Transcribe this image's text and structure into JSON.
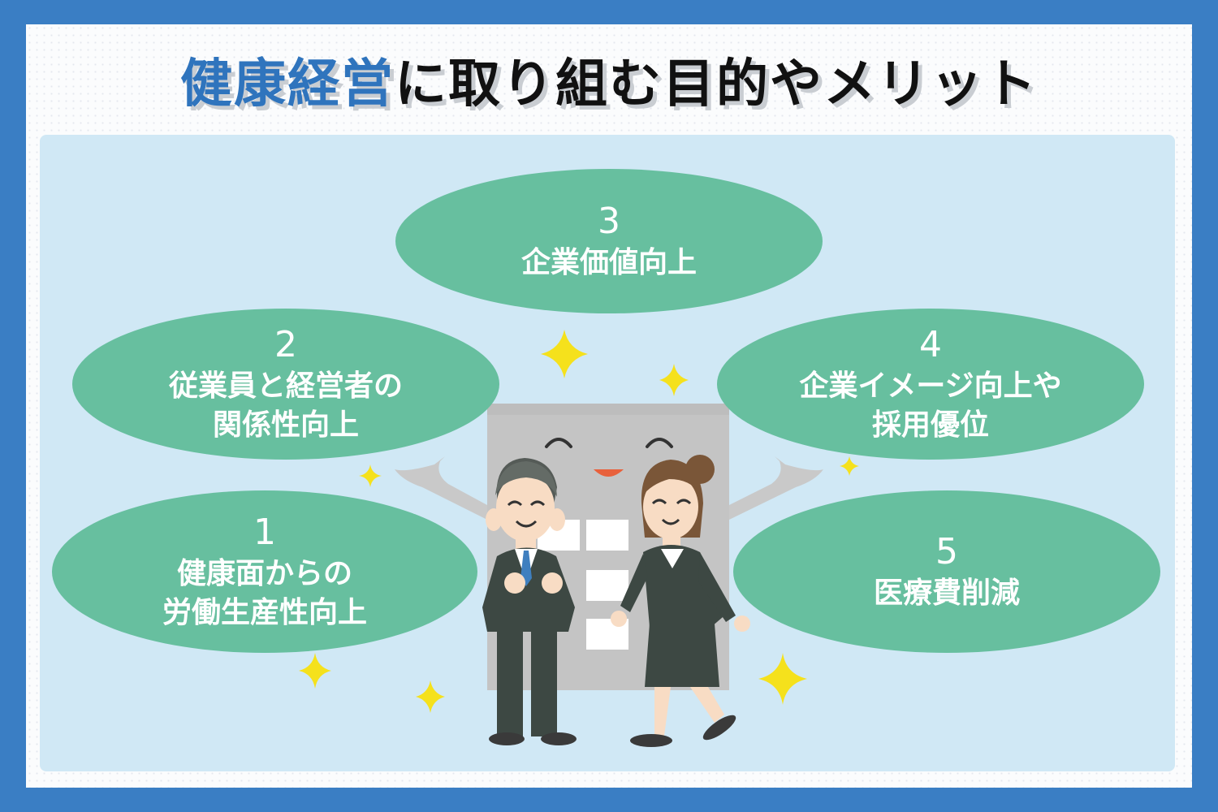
{
  "title": {
    "accent": "健康経営",
    "rest": "に取り組む目的やメリット"
  },
  "items": [
    {
      "num": "1",
      "line1": "健康面からの",
      "line2": "労働生産性向上"
    },
    {
      "num": "2",
      "line1": "従業員と経営者の",
      "line2": "関係性向上"
    },
    {
      "num": "3",
      "line1": "企業価値向上",
      "line2": ""
    },
    {
      "num": "4",
      "line1": "企業イメージ向上や",
      "line2": "採用優位"
    },
    {
      "num": "5",
      "line1": "医療費削減",
      "line2": ""
    }
  ],
  "colors": {
    "outer_border": "#3a7ec4",
    "panel": "#d0e8f5",
    "bubble": "#67bf9f",
    "title_accent": "#2f74bd",
    "sparkle": "#f5e11c"
  },
  "illustration": {
    "icons": [
      "smiling-building-icon",
      "businessman-icon",
      "businesswoman-icon",
      "sparkle-icon"
    ]
  }
}
